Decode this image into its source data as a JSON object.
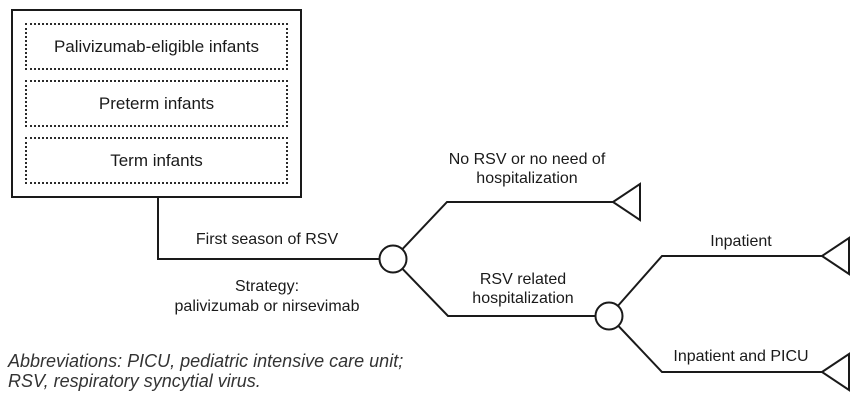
{
  "figure": {
    "population_box": {
      "items": [
        {
          "label": "Palivizumab-eligible infants"
        },
        {
          "label": "Preterm infants"
        },
        {
          "label": "Term infants"
        }
      ]
    },
    "root_branch": {
      "top_label": "First season of RSV",
      "strategy_label": "Strategy:\npalivizumab or nirsevimab"
    },
    "branches": {
      "no_rsv": {
        "label": "No RSV or no need of\nhospitalization"
      },
      "rsv_hospitalization": {
        "label": "RSV related\nhospitalization"
      },
      "inpatient": {
        "label": "Inpatient"
      },
      "inpatient_picu": {
        "label": "Inpatient and PICU"
      }
    }
  },
  "footnote": "Abbreviations: PICU, pediatric intensive care unit;\nRSV, respiratory syncytial virus.",
  "colors": {
    "line": "#1a1a1a",
    "text": "#1a1a1a",
    "footnote_text": "#333333",
    "background": "#ffffff"
  }
}
